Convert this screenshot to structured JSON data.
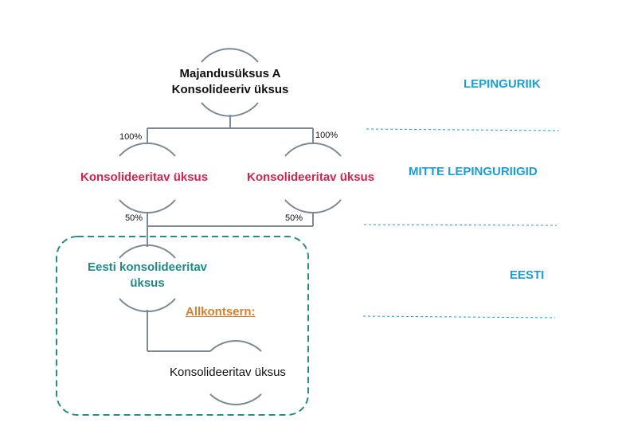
{
  "nodes": {
    "parent": {
      "line1": "Majandusüksus A",
      "line2": "Konsolideeriv üksus"
    },
    "left": "Konsolideeritav üksus",
    "right": "Konsolideeritav üksus",
    "estonia": {
      "line1": "Eesti konsolideeritav",
      "line2": "üksus"
    },
    "subsidiary": "Konsolideeritav üksus"
  },
  "ownership": {
    "parent_left": "100%",
    "parent_right": "100%",
    "left_estonia": "50%",
    "right_estonia": "50%"
  },
  "subgroup_label": "Allkontsern:",
  "levels": {
    "contracting_state": "LEPINGURIIK",
    "non_contracting": "MITTE LEPINGURIIGID",
    "estonia": "EESTI"
  },
  "colors": {
    "connector": "#7b8a94",
    "arc": "#7b8a94",
    "dashed_box": "#2a8c84",
    "level_divider": "#1c9cd3",
    "red_node": "#d5234a",
    "teal_node": "#1f8a84",
    "level_text": "#1c9cd3",
    "subgroup_text": "#d5802c"
  }
}
